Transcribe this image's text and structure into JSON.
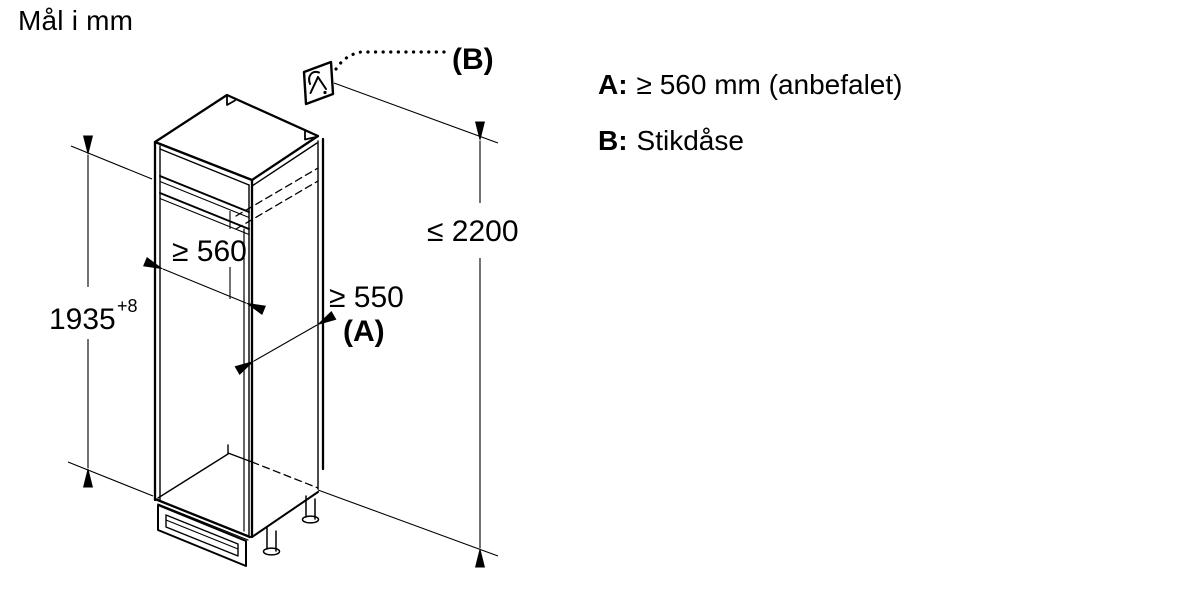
{
  "title": "Mål i mm",
  "diagram": {
    "dimensions": {
      "niche_height_value": "1935",
      "niche_height_tolerance": "+8",
      "niche_width": "≥ 560",
      "depth": "≥ 550",
      "depth_ref": "(A)",
      "max_height": "≤ 2200",
      "socket_ref": "(B)"
    }
  },
  "legend": {
    "items": [
      {
        "key": "A:",
        "text": "≥ 560 mm (anbefalet)"
      },
      {
        "key": "B:",
        "text": "Stikdåse"
      }
    ]
  },
  "colors": {
    "line": "#000000",
    "background": "#ffffff"
  }
}
